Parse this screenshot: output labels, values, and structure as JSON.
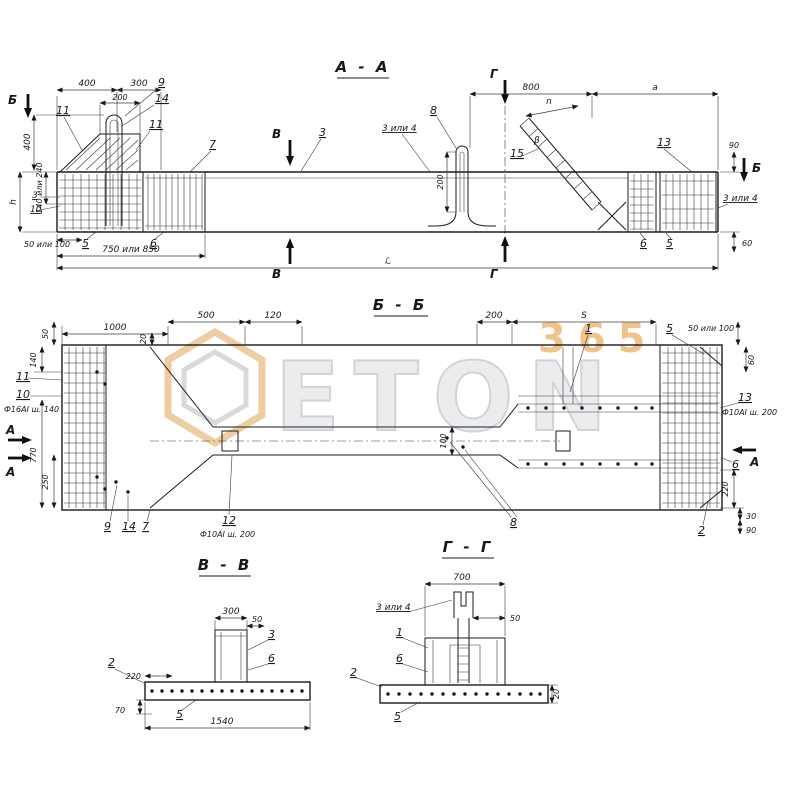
{
  "sections": {
    "aa": {
      "title": "А - А"
    },
    "bb": {
      "title": "Б - Б"
    },
    "vv": {
      "title": "В - В"
    },
    "gg": {
      "title": "Г - Г"
    }
  },
  "cuts": {
    "a": "А",
    "b": "Б",
    "v": "В",
    "g": "Г"
  },
  "dims": {
    "d20": "20",
    "d30": "30",
    "d50": "50",
    "d60": "60",
    "d70": "70",
    "d90": "90",
    "d100": "100",
    "d120": "120",
    "d140": "140",
    "d200": "200",
    "d220": "220",
    "d250": "250",
    "d300": "300",
    "d400": "400",
    "d500": "500",
    "d700": "700",
    "d770": "770",
    "d800": "800",
    "d1000": "1000",
    "d1540": "1540",
    "d140or240": "140 или 240",
    "d50or100": "50 или 100",
    "d750or850": "750 или 850",
    "h": "h",
    "a": "а",
    "n": "n",
    "s": "S",
    "L": "ℒ",
    "beta": "β"
  },
  "callouts": {
    "c1": "1",
    "c2": "2",
    "c3": "3",
    "c3or4": "3 или 4",
    "c5": "5",
    "c6": "6",
    "c7": "7",
    "c8": "8",
    "c9": "9",
    "c10": "10",
    "c11": "11",
    "c12": "12",
    "c13": "13",
    "c14": "14",
    "c15": "15"
  },
  "rebar": {
    "f10": "Ф10АI ш. 200",
    "f16": "Ф16АI ш. 140"
  },
  "watermark": {
    "brand": "ETON",
    "number": "365"
  }
}
